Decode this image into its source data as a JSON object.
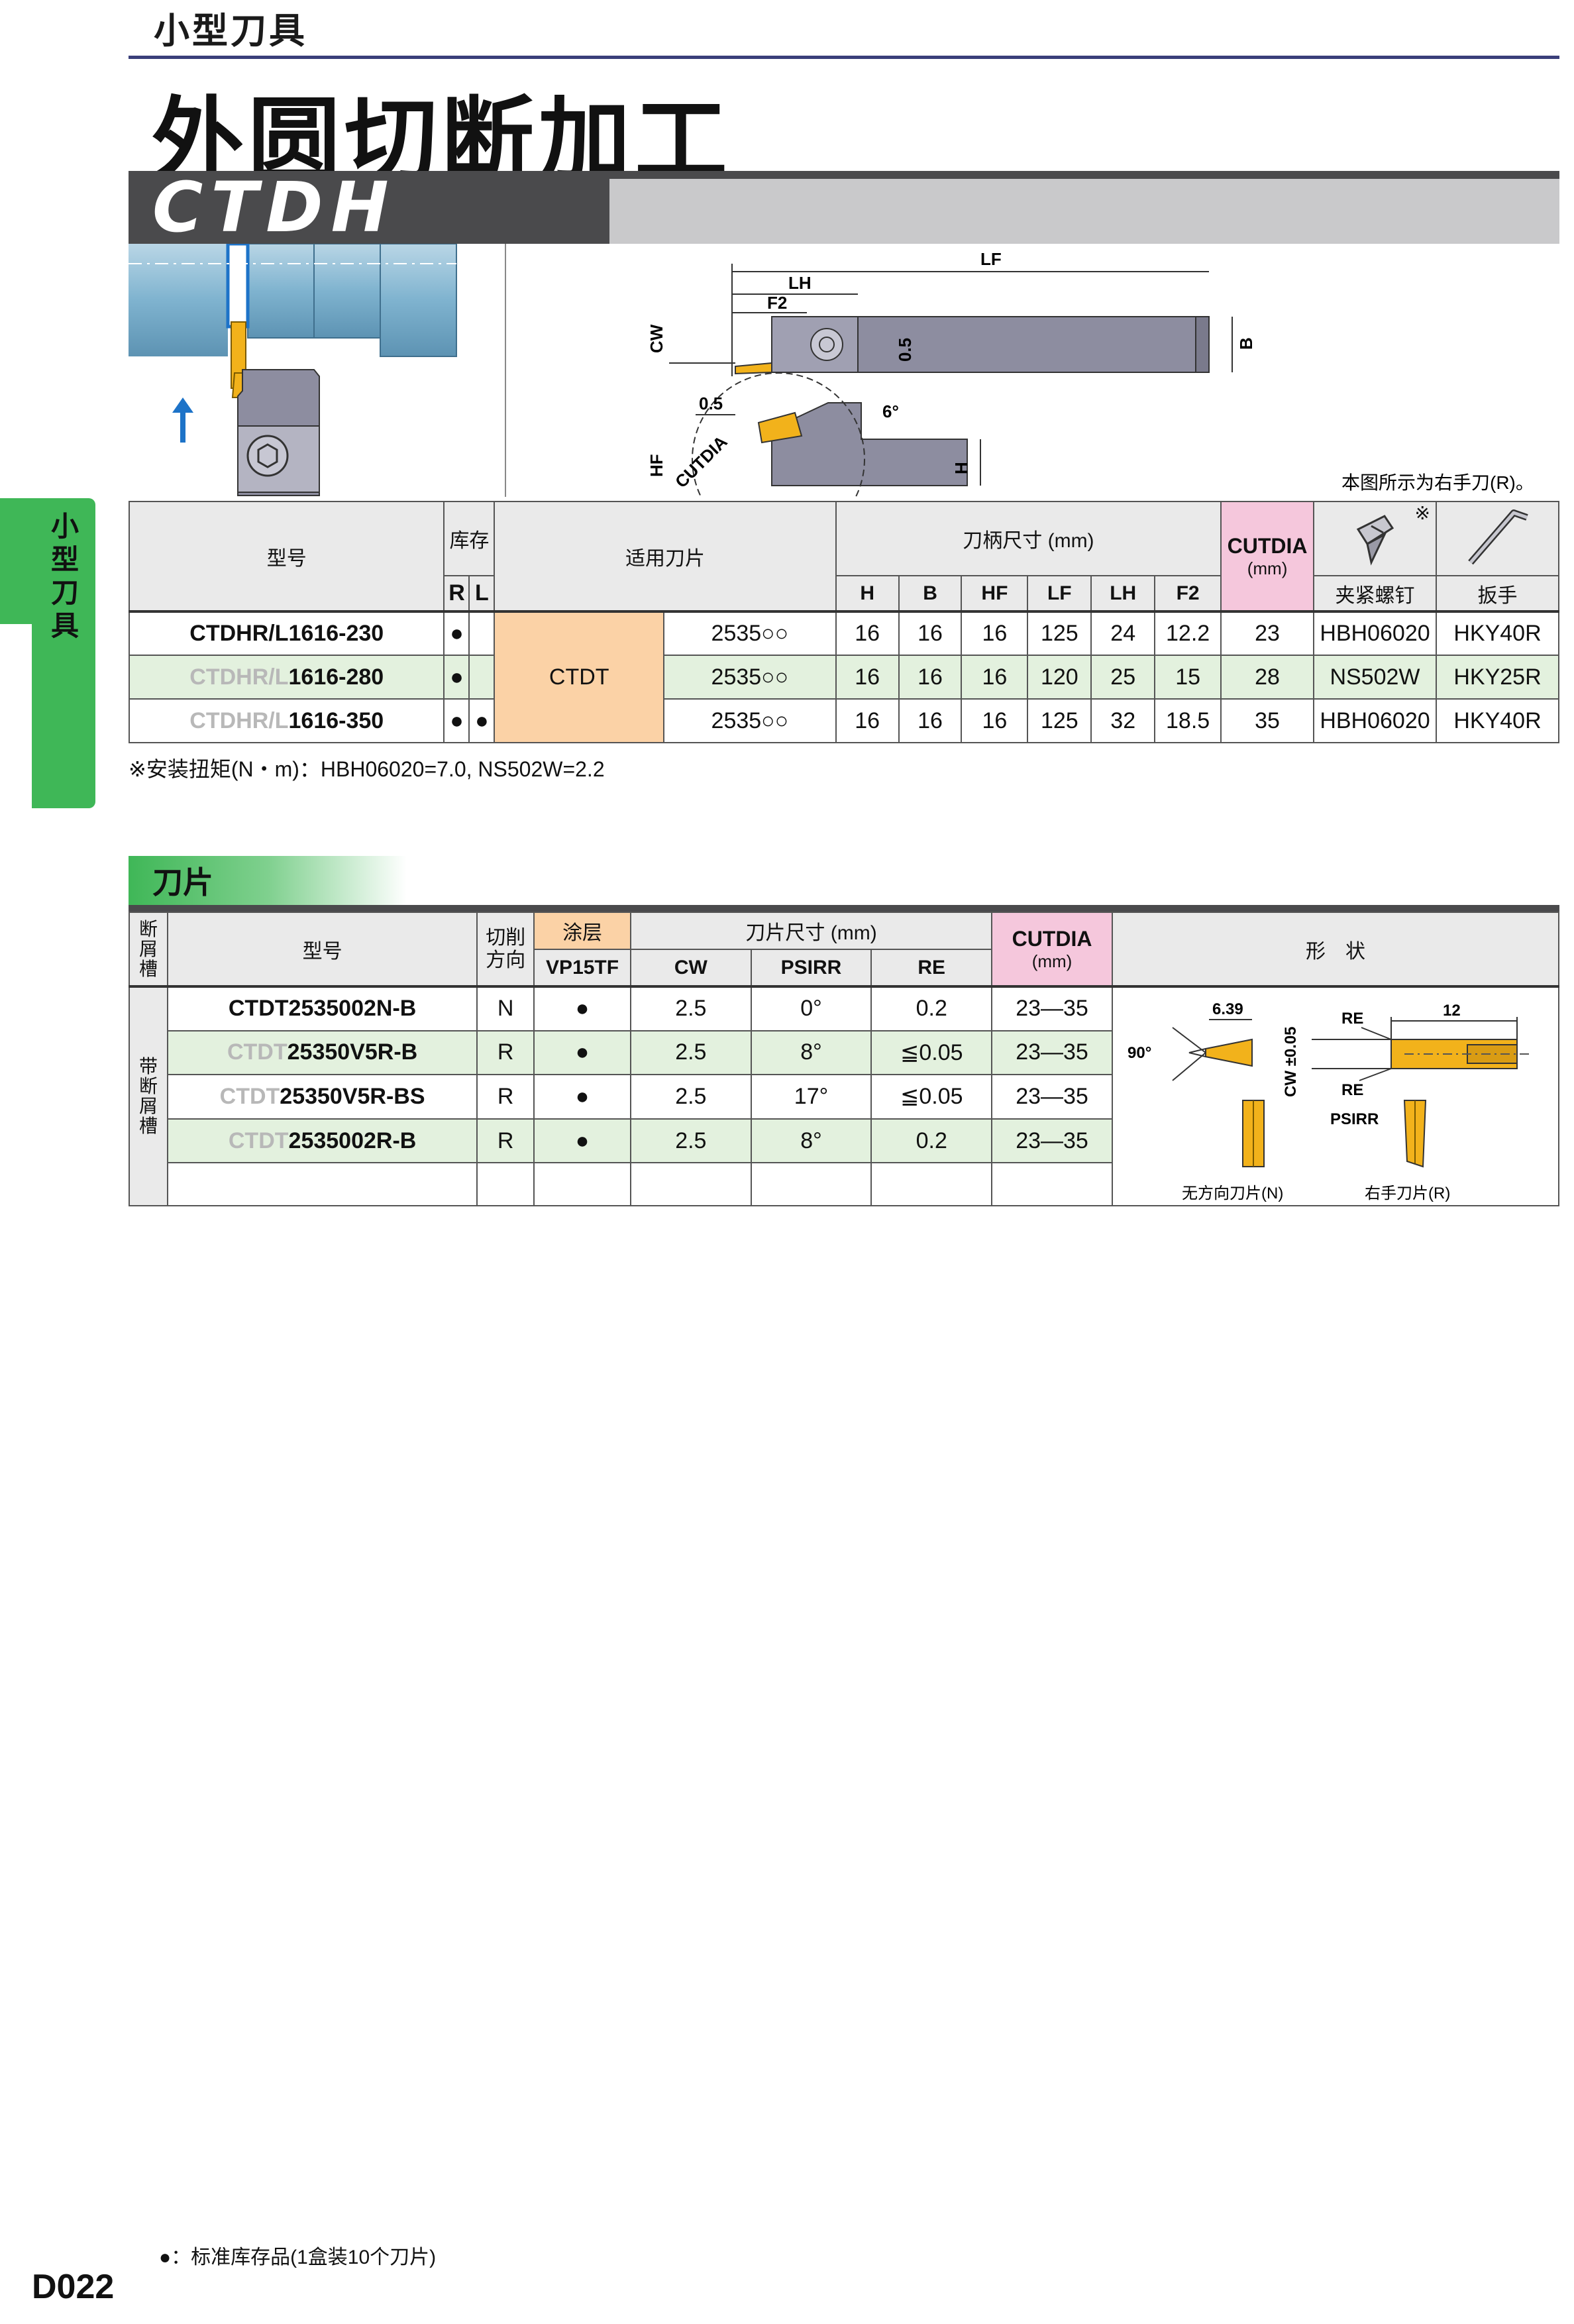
{
  "header": {
    "category": "小型刀具",
    "page_title": "外圆切断加工",
    "model": "CTDH"
  },
  "side_tab": "小型刀具",
  "figure": {
    "labels": {
      "lf": "LF",
      "lh": "LH",
      "f2": "F2",
      "cw": "CW",
      "b": "B",
      "dim_05a": "0.5",
      "dim_05b": "0.5",
      "angle6": "6°",
      "hf": "HF",
      "cutdia": "CUTDIA",
      "h": "H"
    },
    "note": "本图所示为右手刀(R)。"
  },
  "holder_table": {
    "h_model": "型号",
    "h_stock": "库存",
    "h_r": "R",
    "h_l": "L",
    "h_insert": "适用刀片",
    "h_dims": "刀柄尺寸 (mm)",
    "cols": [
      "H",
      "B",
      "HF",
      "LF",
      "LH",
      "F2"
    ],
    "h_cutdia": "CUTDIA",
    "h_cutdia_unit": "(mm)",
    "h_screw": "夹紧螺钉",
    "h_wrench": "扳手",
    "ref_mark": "※",
    "insert_family": "CTDT",
    "rows": [
      {
        "prefix": "CTDHR/L",
        "suffix": "1616-230",
        "r": "●",
        "l": "",
        "insert": "2535○○",
        "h": "16",
        "b": "16",
        "hf": "16",
        "lf": "125",
        "lh": "24",
        "f2": "12.2",
        "cutdia": "23",
        "screw": "HBH06020",
        "wrench": "HKY40R"
      },
      {
        "prefix": "CTDHR/L",
        "suffix": "1616-280",
        "r": "●",
        "l": "",
        "insert": "2535○○",
        "h": "16",
        "b": "16",
        "hf": "16",
        "lf": "120",
        "lh": "25",
        "f2": "15",
        "cutdia": "28",
        "screw": "NS502W",
        "wrench": "HKY25R"
      },
      {
        "prefix": "CTDHR/L",
        "suffix": "1616-350",
        "r": "●",
        "l": "●",
        "insert": "2535○○",
        "h": "16",
        "b": "16",
        "hf": "16",
        "lf": "125",
        "lh": "32",
        "f2": "18.5",
        "cutdia": "35",
        "screw": "HBH06020",
        "wrench": "HKY40R"
      }
    ],
    "note": "※安装扭矩(N・m)：HBH06020=7.0, NS502W=2.2"
  },
  "insert_section": {
    "title": "刀片",
    "h_chipbreaker": "断屑槽",
    "h_model": "型号",
    "h_dir": "切削方向",
    "h_coat": "涂层",
    "h_grade": "VP15TF",
    "h_dims": "刀片尺寸 (mm)",
    "cols": [
      "CW",
      "PSIRR",
      "RE"
    ],
    "h_cutdia": "CUTDIA",
    "h_cutdia_unit": "(mm)",
    "h_shape": "形　状",
    "chipbreaker_type": "带断屑槽",
    "rows": [
      {
        "prefix": "CTDT",
        "suffix": "2535002N-B",
        "dir": "N",
        "stock": "●",
        "cw": "2.5",
        "psirr": "0°",
        "re": "0.2",
        "cutdia": "23—35",
        "full": true
      },
      {
        "prefix": "CTDT",
        "suffix": "25350V5R-B",
        "dir": "R",
        "stock": "●",
        "cw": "2.5",
        "psirr": "8°",
        "re": "≦0.05",
        "cutdia": "23—35",
        "full": false
      },
      {
        "prefix": "CTDT",
        "suffix": "25350V5R-BS",
        "dir": "R",
        "stock": "●",
        "cw": "2.5",
        "psirr": "17°",
        "re": "≦0.05",
        "cutdia": "23—35",
        "full": false
      },
      {
        "prefix": "CTDT",
        "suffix": "2535002R-B",
        "dir": "R",
        "stock": "●",
        "cw": "2.5",
        "psirr": "8°",
        "re": "0.2",
        "cutdia": "23—35",
        "full": false
      }
    ],
    "shape_labels": {
      "dim_639": "6.39",
      "angle90": "90°",
      "re_top": "RE",
      "dim_12": "12",
      "cw_tol": "CW ±0.05",
      "re_bottom": "RE",
      "psirr": "PSIRR",
      "caption_n": "无方向刀片(N)",
      "caption_r": "右手刀片(R)"
    }
  },
  "footer": {
    "legend": "●：标准库存品(1盒装10个刀片)",
    "page_code": "D022"
  },
  "colors": {
    "accent_green": "#3fb757",
    "cutdia_pink": "#f5c7dc",
    "insert_orange": "#fbd2a6",
    "insert_yellow": "#f2b21b",
    "holder_gray": "#8d8da0",
    "band_dark": "#4a4a4c"
  }
}
